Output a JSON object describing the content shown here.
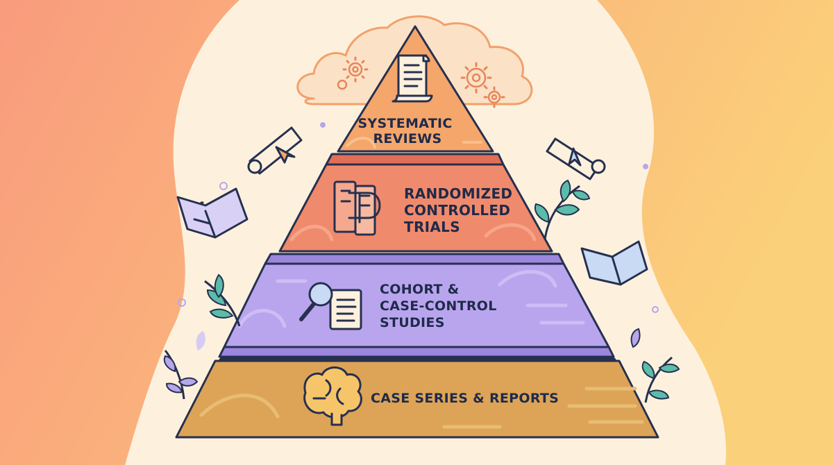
{
  "pyramid": {
    "tiers": [
      {
        "id": "systematic",
        "lines": [
          "SYSTEMATIC",
          "REVIEWS"
        ],
        "color": "#f5a66b",
        "icon": "scroll-document-icon"
      },
      {
        "id": "rct",
        "lines": [
          "RANDOMIZED",
          "CONTROLLED",
          "TRIALS"
        ],
        "color": "#f08a6c",
        "icon": "books-icon"
      },
      {
        "id": "cohort",
        "lines": [
          "COHORT &",
          "CASE-CONTROL",
          "STUDIES"
        ],
        "color": "#b9a5ee",
        "icon": "magnifier-document-icon"
      },
      {
        "id": "case",
        "lines": [
          "CASE SERIES & REPORTS"
        ],
        "color": "#dda457",
        "icon": "brain-icon"
      }
    ]
  },
  "colors": {
    "background_left": "#f99b7d",
    "background_right": "#fbd07a",
    "blob": "#fdf1de",
    "outline": "#26304f",
    "cloud": "#f2a06b",
    "leaf": "#5cbcaa",
    "lavender_leaf": "#b7a6ea"
  },
  "decorations": [
    "cloud-icon",
    "gear-icon",
    "diploma-scroll-icon",
    "open-book-icon",
    "leaf-sprig-icon"
  ]
}
